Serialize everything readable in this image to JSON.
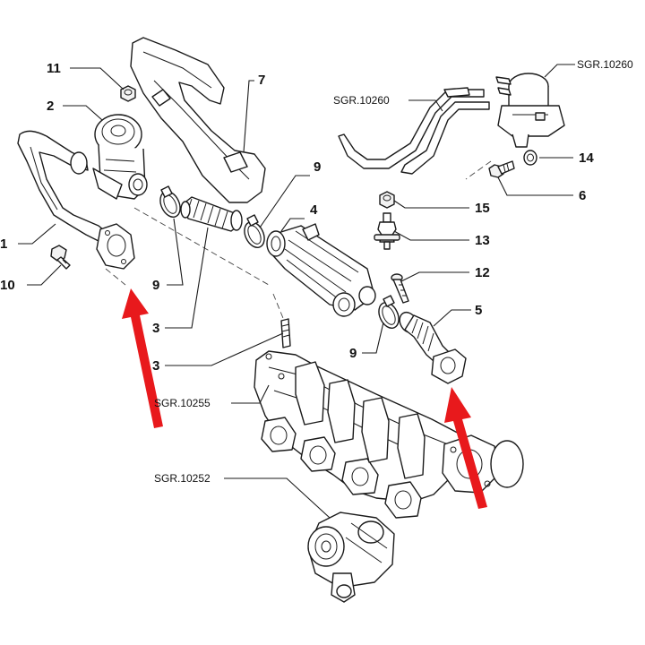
{
  "callouts": {
    "c11": "11",
    "c2": "2",
    "c7": "7",
    "c1": "1",
    "c10": "10",
    "c9a": "9",
    "c9b": "9",
    "c9c": "9",
    "c4": "4",
    "c3a": "3",
    "c3b": "3",
    "c15": "15",
    "c13": "13",
    "c12": "12",
    "c5": "5",
    "c14": "14",
    "c6": "6"
  },
  "references": {
    "sgr_10260_top": "SGR.10260",
    "sgr_10260_hose": "SGR.10260",
    "sgr_10255": "SGR.10255",
    "sgr_10252": "SGR.10252"
  },
  "colors": {
    "arrow": "#e8191c",
    "line": "#1a1a1a"
  }
}
